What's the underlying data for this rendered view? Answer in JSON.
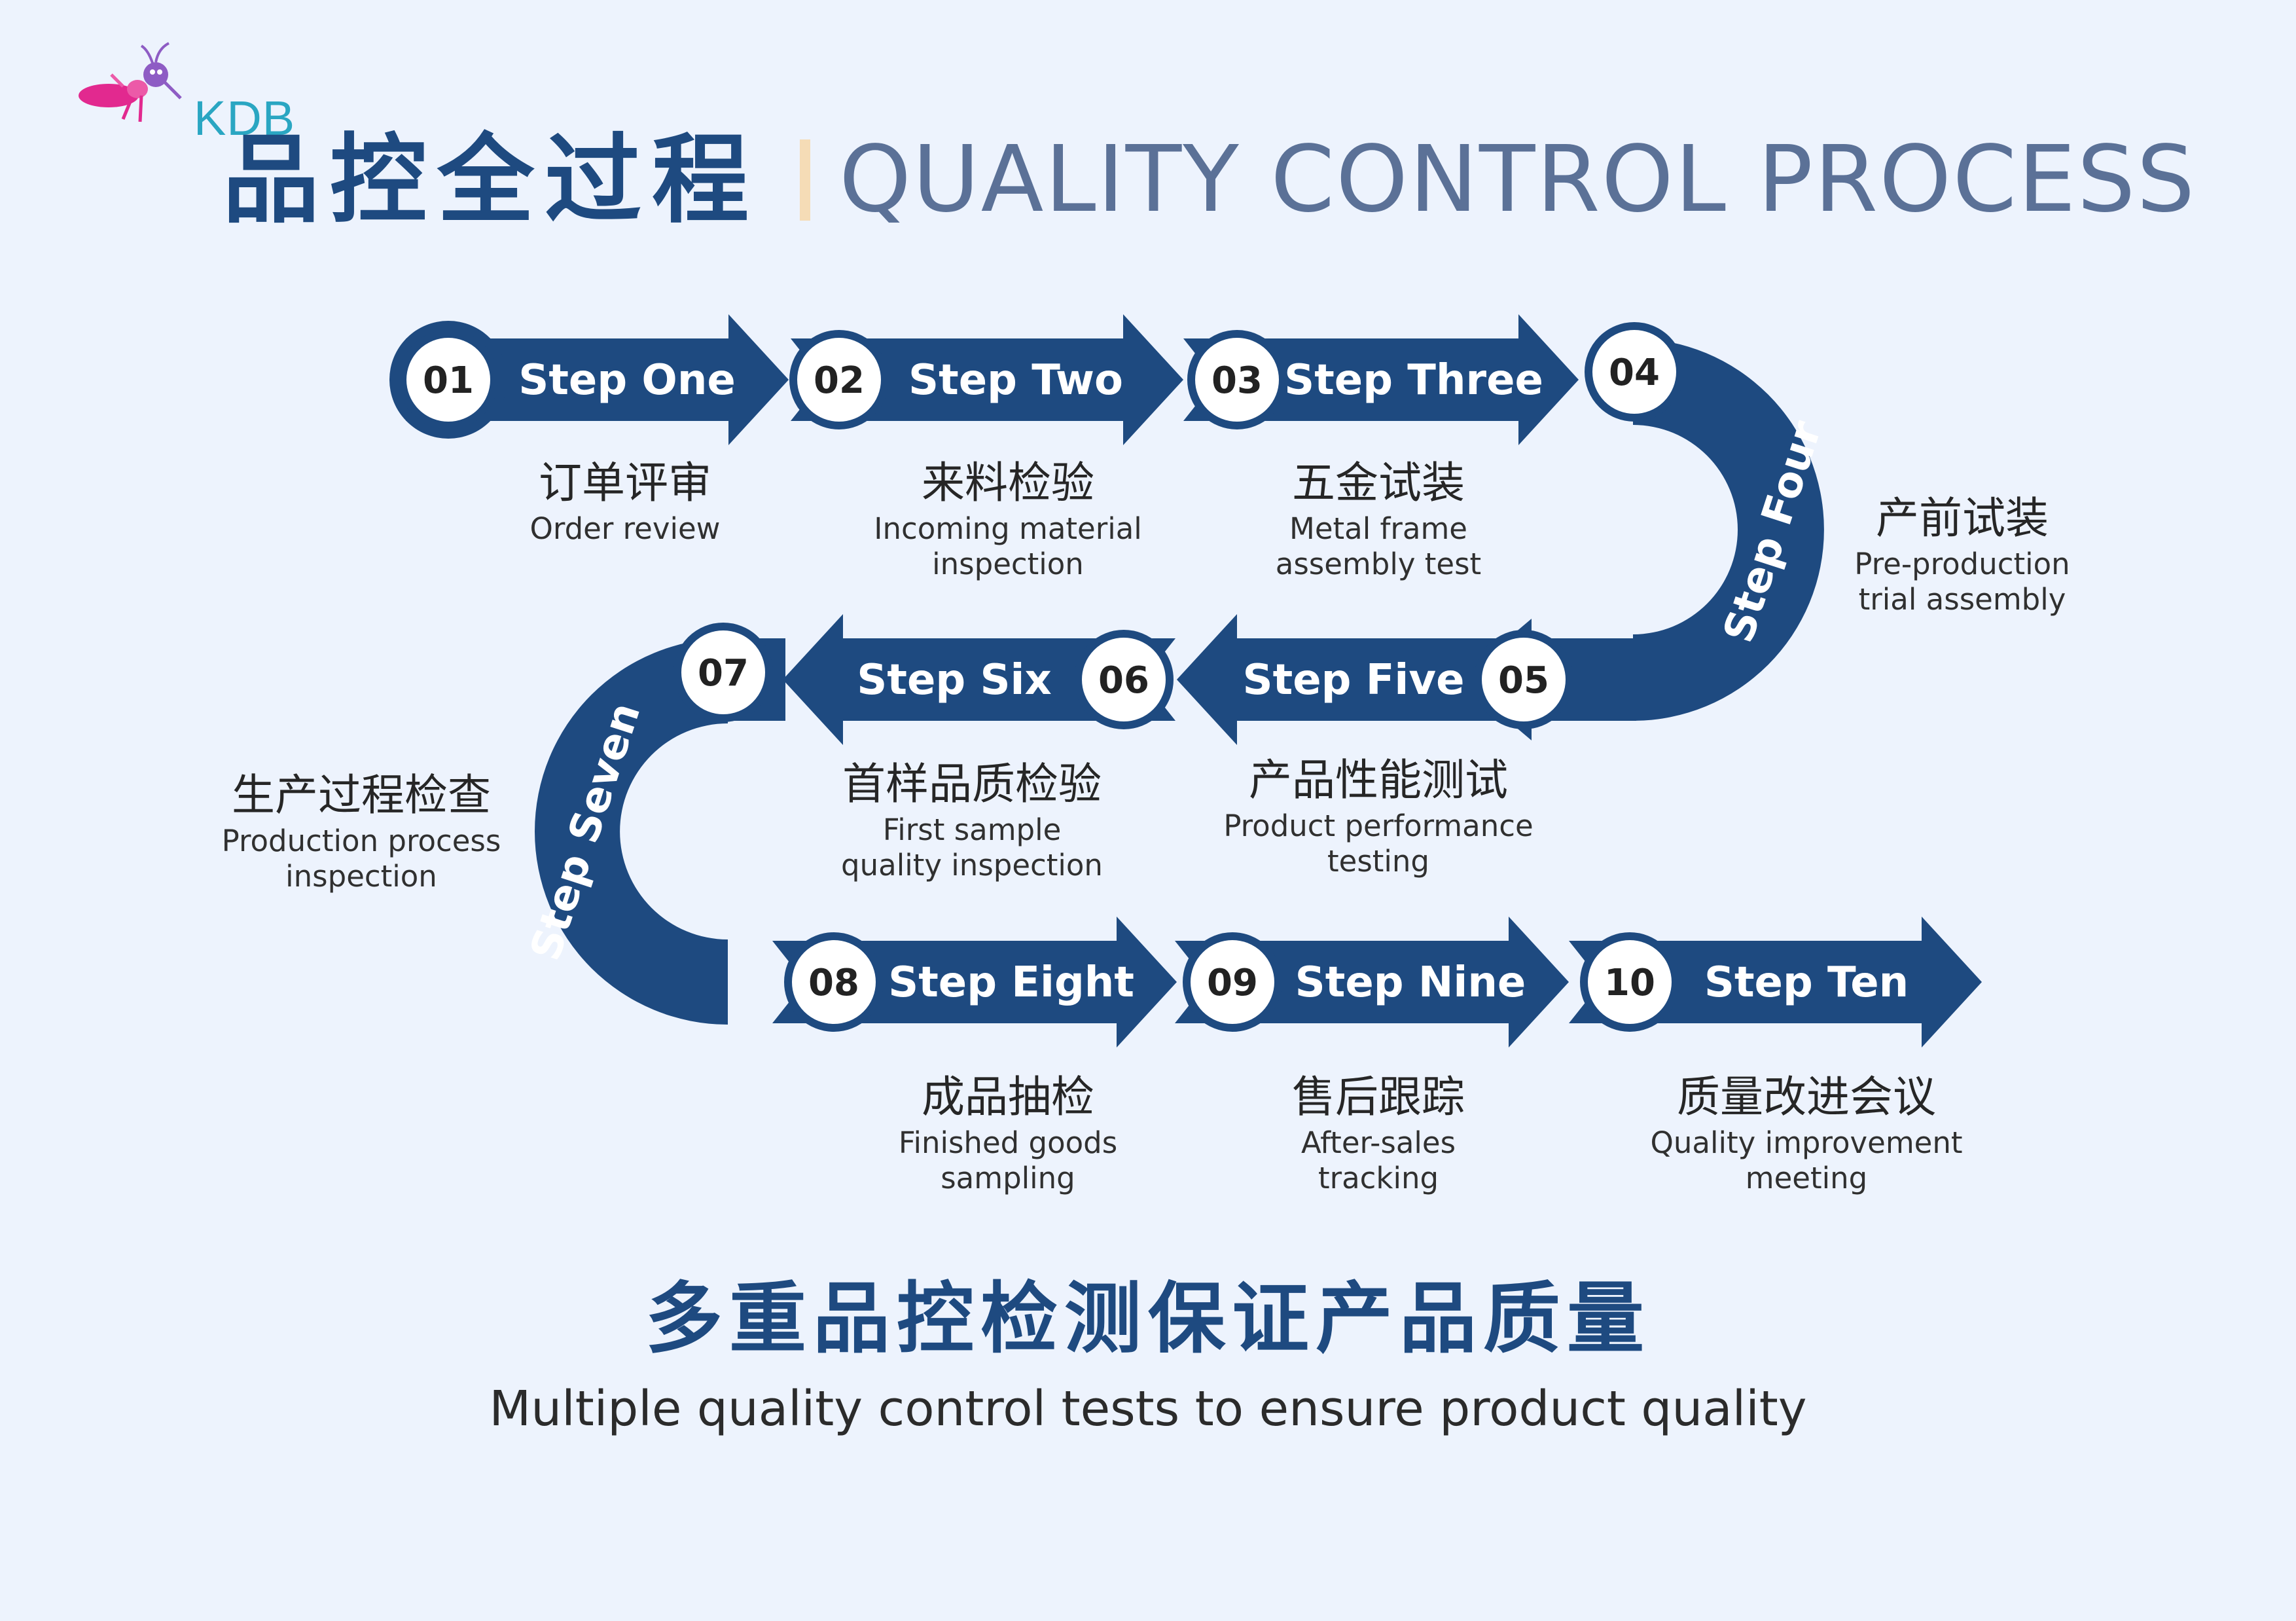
{
  "brand": {
    "logo_text": "KDB"
  },
  "title": {
    "cn": "品控全过程",
    "en": "QUALITY CONTROL PROCESS"
  },
  "steps": [
    {
      "num": "01",
      "label": "Step One",
      "cn": "订单评审",
      "en": "Order review"
    },
    {
      "num": "02",
      "label": "Step Two",
      "cn": "来料检验",
      "en": "Incoming material\ninspection"
    },
    {
      "num": "03",
      "label": "Step Three",
      "cn": "五金试装",
      "en": "Metal frame\nassembly test"
    },
    {
      "num": "04",
      "label": "Step Four",
      "cn": "产前试装",
      "en": "Pre-production\ntrial assembly"
    },
    {
      "num": "05",
      "label": "Step Five",
      "cn": "产品性能测试",
      "en": "Product performance\ntesting"
    },
    {
      "num": "06",
      "label": "Step Six",
      "cn": "首样品质检验",
      "en": "First sample\nquality inspection"
    },
    {
      "num": "07",
      "label": "Step Seven",
      "cn": "生产过程检查",
      "en": "Production process\ninspection"
    },
    {
      "num": "08",
      "label": "Step Eight",
      "cn": "成品抽检",
      "en": "Finished goods\nsampling"
    },
    {
      "num": "09",
      "label": "Step Nine",
      "cn": "售后跟踪",
      "en": "After-sales\ntracking"
    },
    {
      "num": "10",
      "label": "Step Ten",
      "cn": "质量改进会议",
      "en": "Quality improvement\nmeeting"
    }
  ],
  "slogan": {
    "cn": "多重品控检测保证产品质量",
    "en": "Multiple quality control tests to ensure product quality"
  },
  "colors": {
    "background": "#edf3fd",
    "path": "#1e4a80",
    "title_cn": "#1e4a80",
    "title_en": "#5b7197",
    "divider": "#f5dcb6",
    "logo_text": "#2aa6c2",
    "logo_ant": "#e2298f"
  }
}
